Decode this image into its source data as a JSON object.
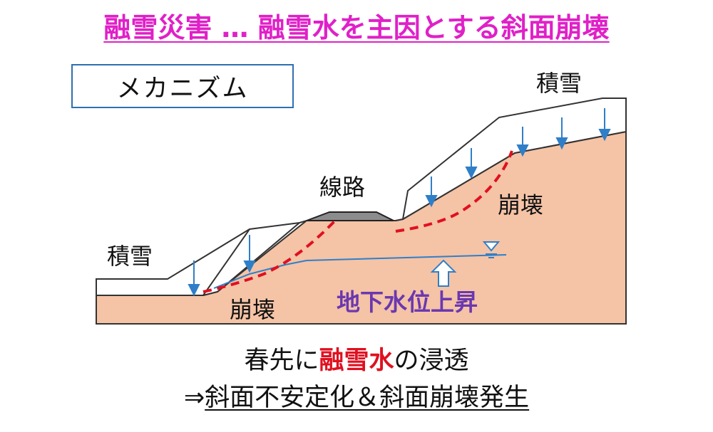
{
  "title": "融雪災害 … 融雪水を主因とする斜面崩壊",
  "mechanism_label": "メカニズム",
  "labels": {
    "snow_right": "積雪",
    "snow_left": "積雪",
    "railway": "線路",
    "collapse_right": "崩壊",
    "collapse_left": "崩壊",
    "groundwater_rise": "地下水位上昇"
  },
  "caption": {
    "line1_prefix": "春先に",
    "line1_highlight": "融雪水",
    "line1_suffix": "の浸透",
    "line2_arrow": "⇒",
    "line2_text": "斜面不安定化＆斜面崩壊発生"
  },
  "colors": {
    "title": "#e020c8",
    "soil": "#f5c3a6",
    "snow": "#ffffff",
    "water_arrow": "#2f7fc8",
    "slip_line": "#e01020",
    "groundwater_text": "#6a38b0",
    "rail": "#8c8c8c"
  },
  "icons": {
    "water_table_marker": "inverted-triangle",
    "rise_arrow": "hollow-up-arrow"
  }
}
